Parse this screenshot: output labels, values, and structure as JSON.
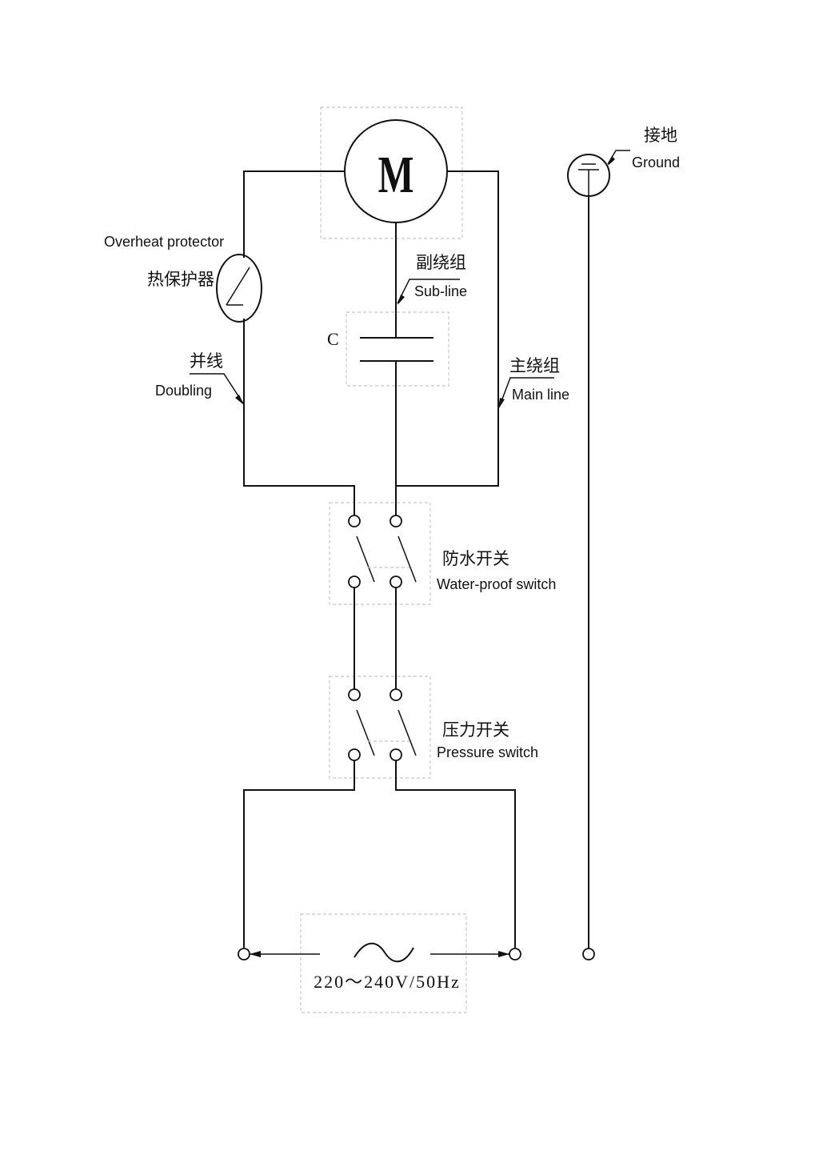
{
  "diagram": {
    "motor": {
      "symbol": "M"
    },
    "capacitor": {
      "symbol": "C"
    },
    "labels": {
      "overheat_en": "Overheat protector",
      "overheat_cn": "热保护器",
      "doubling_cn": "并线",
      "doubling_en": "Doubling",
      "subline_cn": "副绕组",
      "subline_en": "Sub-line",
      "mainline_cn": "主绕组",
      "mainline_en": "Main line",
      "ground_cn": "接地",
      "ground_en": "Ground",
      "waterproof_cn": "防水开关",
      "waterproof_en": "Water-proof switch",
      "pressure_cn": "压力开关",
      "pressure_en": "Pressure switch"
    },
    "power_supply": {
      "symbol": "~",
      "rating": "220～240V/50Hz"
    }
  }
}
